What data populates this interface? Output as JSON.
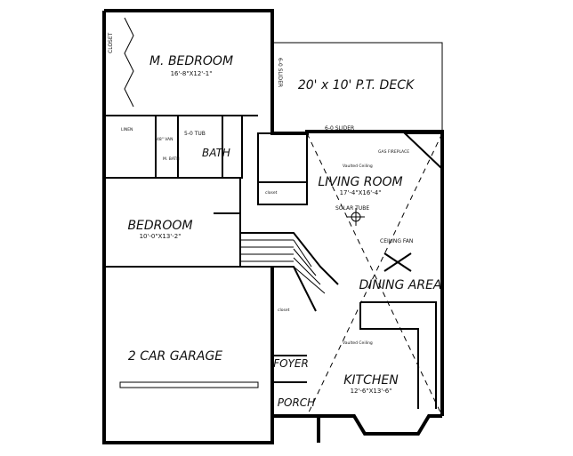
{
  "rooms": {
    "master_bedroom": {
      "name": "M. BEDROOM",
      "dims": "16'-8\"X12'-1\""
    },
    "deck": {
      "name": "20' x 10' P.T. DECK"
    },
    "living_room": {
      "name": "LIVING ROOM",
      "dims": "17'-4\"X16'-4\"",
      "ceiling": "Vaulted Ceiling"
    },
    "bedroom": {
      "name": "BEDROOM",
      "dims": "10'-0\"X13'-2\""
    },
    "dining": {
      "name": "DINING AREA"
    },
    "garage": {
      "name": "2 CAR GARAGE"
    },
    "kitchen": {
      "name": "KITCHEN",
      "dims": "12'-6\"X13'-6\"",
      "ceiling": "Vaulted Ceiling"
    },
    "foyer": {
      "name": "FOYER"
    },
    "porch": {
      "name": "PORCH"
    },
    "bath": {
      "name": "BATH"
    },
    "master_bath": {
      "name": "M.\nBATH"
    }
  },
  "annotations": {
    "slider_vertical": "6-0 SLIDER",
    "slider_horizontal": "6-0 SLIDER",
    "tub": "5-0 TUB",
    "closet": "closet",
    "closet_vertical": "CLOSET",
    "gas_fireplace": "GAS\nFIREPLACE",
    "solar_tube": "SOLAR TUBE",
    "ceiling_fan": "CEILING FAN",
    "linen": "LINEN",
    "vanity": "48\" VAN"
  }
}
